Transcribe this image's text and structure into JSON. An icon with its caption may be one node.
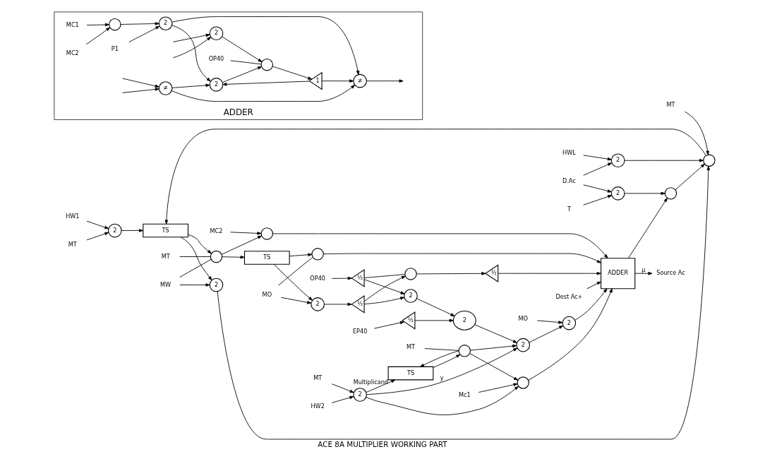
{
  "diagram": {
    "title": "ACE 8A MULTIPLIER WORKING PART",
    "nodes": [
      {
        "text": [
          "HW1"
        ]
      },
      {
        "text": [
          "2"
        ]
      },
      {
        "text": [
          "MT"
        ]
      },
      {
        "text": [
          "MT"
        ]
      },
      {
        "text": [],
        "shape": "circle"
      },
      {
        "text": [
          "HWL"
        ]
      },
      {
        "text": [
          "2"
        ]
      },
      {
        "text": [
          "D.Ac"
        ]
      },
      {
        "text": [
          "T"
        ]
      },
      {
        "text": [
          "2"
        ]
      },
      {
        "text": [],
        "shape": "circle"
      },
      {
        "text": [
          "Source Ac"
        ]
      },
      {
        "text": [
          "TS"
        ]
      },
      {
        "text": [
          "MT"
        ]
      },
      {
        "text": [],
        "shape": "circle"
      },
      {
        "text": [
          "2"
        ]
      },
      {
        "text": [
          "MW"
        ]
      },
      {
        "text": [
          "TS"
        ]
      },
      {
        "text": [],
        "shape": "circle"
      },
      {
        "text": [
          "MO"
        ]
      },
      {
        "text": [
          "2"
        ]
      },
      {
        "text": [
          "½"
        ]
      },
      {
        "text": [],
        "shape": "circle"
      },
      {
        "text": [
          "½"
        ]
      },
      {
        "text": [
          "2"
        ]
      },
      {
        "text": [
          "½"
        ]
      },
      {
        "text": [
          "OP40"
        ]
      },
      {
        "text": [
          "EP40"
        ]
      },
      {
        "text": [
          "½"
        ]
      },
      {
        "text": [
          "2"
        ]
      },
      {
        "text": [
          "ADDER"
        ]
      },
      {
        "text": [],
        "shape": "circle"
      },
      {
        "text": [
          "MC2"
        ]
      },
      {
        "text": [
          "Dest Ac+"
        ]
      },
      {
        "text": [
          "2"
        ]
      },
      {
        "text": [
          "MO"
        ]
      },
      {
        "text": [
          "2"
        ]
      },
      {
        "text": [],
        "shape": "circle"
      },
      {
        "text": [
          "Mc1"
        ]
      },
      {
        "text": [
          "TS"
        ],
        "beside": [
          "Multiplicand"
        ]
      },
      {
        "text": [],
        "shape": "circle"
      },
      {
        "text": [
          "2"
        ]
      },
      {
        "text": [
          "MT"
        ]
      },
      {
        "text": [
          "MT"
        ]
      },
      {
        "text": [
          "HW2"
        ]
      },
      {
        "text": [
          "ADDER"
        ]
      },
      {
        "text": [
          "≢"
        ],
        "in": 45
      },
      {
        "text": [
          "≢"
        ],
        "in": 45
      },
      {
        "text": [
          "MC1"
        ],
        "in": 45
      },
      {
        "text": [
          "MC2"
        ],
        "in": 45
      },
      {
        "text": [],
        "shape": "circle",
        "in": 45
      },
      {
        "text": [
          "P1"
        ],
        "in": 45
      },
      {
        "text": [
          "2"
        ],
        "in": 45
      },
      {
        "text": [
          "OP40"
        ],
        "in": 45
      },
      {
        "text": [
          "2"
        ],
        "in": 45
      },
      {
        "text": [
          "1"
        ],
        "in": 45
      },
      {
        "text": [],
        "shape": "circle",
        "in": 45
      },
      {
        "text": [
          "2"
        ],
        "in": 45
      }
    ],
    "edges": [
      {
        "from": 0,
        "to": 1,
        "arrow": "to"
      },
      {
        "from": 2,
        "to": 1,
        "arrow": "to"
      },
      {
        "from": 1,
        "to": 12,
        "arrow": "to"
      },
      {
        "from": 4,
        "to": 12,
        "arrow": "to"
      },
      {
        "from": 12,
        "to": 14,
        "arrow": "to"
      },
      {
        "from": 12,
        "to": 15,
        "arrow": "to"
      },
      {
        "from": 16,
        "to": 15,
        "arrow": "to"
      },
      {
        "from": 16,
        "to": 14,
        "arrow": "none"
      },
      {
        "from": 13,
        "to": 14,
        "arrow": "none"
      },
      {
        "from": 15,
        "to": 4,
        "arrow": "to"
      },
      {
        "from": 3,
        "to": 4,
        "arrow": "to"
      },
      {
        "from": 6,
        "to": 4,
        "arrow": "to"
      },
      {
        "from": 10,
        "to": 4,
        "arrow": "to"
      },
      {
        "from": 5,
        "to": 6,
        "arrow": "to"
      },
      {
        "from": 7,
        "to": 6,
        "arrow": "to"
      },
      {
        "from": 7,
        "to": 9,
        "arrow": "to"
      },
      {
        "from": 8,
        "to": 9,
        "arrow": "to"
      },
      {
        "from": 9,
        "to": 10,
        "arrow": "to"
      },
      {
        "from": 30,
        "to": 10,
        "arrow": "to"
      },
      {
        "from": 30,
        "to": 11,
        "arrow": "to",
        "label": "μ"
      },
      {
        "from": 14,
        "to": 17,
        "arrow": "to"
      },
      {
        "from": 14,
        "to": 31,
        "arrow": "to"
      },
      {
        "from": 17,
        "to": 18,
        "arrow": "to"
      },
      {
        "from": 17,
        "to": 20,
        "arrow": "to"
      },
      {
        "from": 19,
        "to": 18,
        "arrow": "none"
      },
      {
        "from": 19,
        "to": 20,
        "arrow": "to"
      },
      {
        "from": 18,
        "to": 30,
        "arrow": "to"
      },
      {
        "from": 20,
        "to": 21,
        "arrow": "to"
      },
      {
        "from": 21,
        "to": 24,
        "arrow": "to"
      },
      {
        "from": 21,
        "to": 22,
        "arrow": "to"
      },
      {
        "from": 22,
        "to": 23,
        "arrow": "to"
      },
      {
        "from": 23,
        "to": 30,
        "arrow": "to"
      },
      {
        "from": 26,
        "to": 25,
        "arrow": "to"
      },
      {
        "from": 25,
        "to": 24,
        "arrow": "to"
      },
      {
        "from": 25,
        "to": 22,
        "arrow": "none"
      },
      {
        "from": 27,
        "to": 28,
        "arrow": "to"
      },
      {
        "from": 28,
        "to": 29,
        "arrow": "to"
      },
      {
        "from": 24,
        "to": 29,
        "arrow": "to"
      },
      {
        "from": 29,
        "to": 36,
        "arrow": "to"
      },
      {
        "from": 32,
        "to": 31,
        "arrow": "to"
      },
      {
        "from": 31,
        "to": 30,
        "arrow": "to"
      },
      {
        "from": 33,
        "to": 30,
        "arrow": "to"
      },
      {
        "from": 34,
        "to": 30,
        "arrow": "to"
      },
      {
        "from": 37,
        "to": 30,
        "arrow": "to"
      },
      {
        "from": 35,
        "to": 34,
        "arrow": "to"
      },
      {
        "from": 36,
        "to": 34,
        "arrow": "to"
      },
      {
        "from": 41,
        "to": 36,
        "arrow": "to",
        "label": "y"
      },
      {
        "from": 40,
        "to": 36,
        "arrow": "to"
      },
      {
        "from": 41,
        "to": 39,
        "arrow": "to"
      },
      {
        "from": 40,
        "to": 39,
        "arrow": "to"
      },
      {
        "from": 41,
        "to": 37,
        "arrow": "to"
      },
      {
        "from": 40,
        "to": 37,
        "arrow": "to"
      },
      {
        "from": 38,
        "to": 37,
        "arrow": "to"
      },
      {
        "from": 39,
        "to": 40,
        "arrow": "to"
      },
      {
        "from": 42,
        "to": 40,
        "arrow": "none"
      },
      {
        "from": 43,
        "to": 41,
        "arrow": "to"
      },
      {
        "from": 44,
        "to": 41,
        "arrow": "to"
      },
      {
        "from": null,
        "to": 47,
        "arrow": "to"
      },
      {
        "from": null,
        "to": 57,
        "arrow": "to"
      },
      {
        "from": null,
        "to": 57,
        "arrow": "to"
      },
      {
        "from": null,
        "to": 47,
        "arrow": "to"
      },
      {
        "from": 57,
        "to": 56,
        "arrow": "to"
      },
      {
        "from": 53,
        "to": 56,
        "arrow": "none"
      },
      {
        "from": 56,
        "to": 55,
        "arrow": "to"
      },
      {
        "from": 55,
        "to": 54,
        "arrow": "to"
      },
      {
        "from": 55,
        "to": 46,
        "arrow": "to"
      },
      {
        "from": 48,
        "to": 50,
        "arrow": "to"
      },
      {
        "from": 49,
        "to": 50,
        "arrow": "to"
      },
      {
        "from": 50,
        "to": 52,
        "arrow": "to"
      },
      {
        "from": 51,
        "to": 52,
        "arrow": "to"
      },
      {
        "from": 52,
        "to": 54,
        "arrow": "to"
      },
      {
        "from": 52,
        "to": 46,
        "arrow": "to"
      },
      {
        "from": 47,
        "to": 46,
        "arrow": "to"
      },
      {
        "from": 47,
        "to": 54,
        "arrow": "to"
      },
      {
        "from": 54,
        "to": 56,
        "arrow": "to"
      },
      {
        "from": 46,
        "to": null,
        "arrow": "to"
      }
    ]
  }
}
